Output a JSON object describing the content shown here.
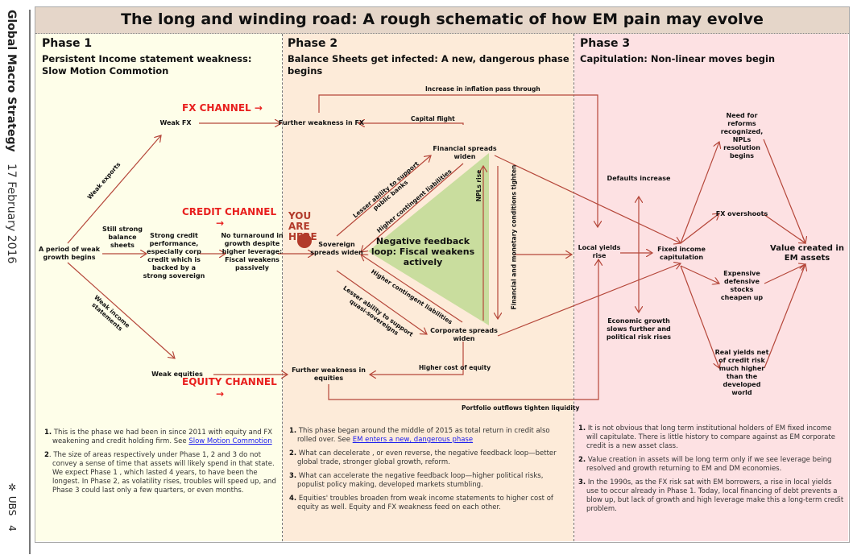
{
  "sidebar": {
    "series": "Global Macro Strategy",
    "date": "17 February 2016",
    "brand": "UBS",
    "brand_icon": "ubs-keys-icon",
    "page_number": "4"
  },
  "title": "The long and winding road: A rough schematic of how EM pain may evolve",
  "phases": [
    {
      "name": "Phase 1",
      "subtitle": "Persistent Income statement weakness: Slow Motion Commotion",
      "bg": "#fefee9"
    },
    {
      "name": "Phase 2",
      "subtitle": "Balance Sheets get infected: A new, dangerous phase begins",
      "bg": "#fdebd9"
    },
    {
      "name": "Phase 3",
      "subtitle": "Capitulation: Non-linear moves begin",
      "bg": "#fde1e3"
    }
  ],
  "colors": {
    "arrow": "#b5473a",
    "channel": "#e8201e",
    "you_are_here": "#b23a2a",
    "loop_fill": "#c9dd9e",
    "link": "#1a1aee"
  },
  "channels": {
    "fx": "FX CHANNEL →",
    "credit": "CREDIT CHANNEL",
    "credit_arrow": "→",
    "equity": "EQUITY CHANNEL",
    "equity_arrow": "→"
  },
  "you_are_here": "YOU ARE HERE",
  "nodes": {
    "weak_growth": "A period of weak\ngrowth begins",
    "weak_fx": "Weak FX",
    "strong_credit": "Strong credit\nperformance,\nespecially corp\ncredit which is\nbacked by a\nstrong sovereign",
    "no_turnaround": "No turnaround in\ngrowth despite\nhigher leverage:\nFiscal weakens\npassively",
    "weak_equities": "Weak equities",
    "further_fx": "Further weakness in FX",
    "financial_spreads": "Financial spreads\nwiden",
    "sovereign_spreads": "Sovereign\nspreads widen",
    "corporate_spreads": "Corporate spreads\nwiden",
    "further_equities": "Further weakness in\nequities",
    "loop": "Negative feedback loop: Fiscal weakens actively",
    "local_yields": "Local yields\nrise",
    "defaults": "Defaults increase",
    "econ_growth": "Economic growth\nslows further and\npolitical risk rises",
    "fixed_income": "Fixed income\ncapitulation",
    "need_reforms": "Need for\nreforms\nrecognized,\nNPLs\nresolution\nbegins",
    "fx_overshoots": "FX overshoots",
    "expensive_stocks": "Expensive\ndefensive\nstocks\ncheapen up",
    "real_yields": "Real yields net\nof credit risk\nmuch higher\nthan the\ndeveloped\nworld",
    "value_created": "Value created in\nEM assets"
  },
  "edge_labels": {
    "weak_exports": "Weak exports",
    "strong_balance": "Still strong\nbalance\nsheets",
    "weak_income": "Weak income\nstatements",
    "inflation": "Increase in inflation pass through",
    "capital_flight": "Capital flight",
    "lesser_banks": "Lesser ability to support\npublic banks",
    "higher_contingent_1": "Higher contingent liabilities",
    "higher_contingent_2": "Higher contingent liabilities",
    "lesser_quasi": "Lesser ability to support\nquasi-sovereigns",
    "npls": "NPLs rise",
    "fin_monetary": "Financial and monetary conditions tighten",
    "cost_equity": "Higher cost of equity",
    "portfolio": "Portfolio outflows tighten liquidity"
  },
  "notes": {
    "phase1": [
      {
        "num": "1.",
        "text": "This is the phase we had been in since 2011 with equity and FX weakening and credit holding firm. See ",
        "link": "Slow Motion Commotion"
      },
      {
        "num": "2",
        "text": ". The  size of areas respectively under Phase 1, 2 and 3 do not convey a sense of time that assets will likely spend in that state. We expect Phase 1 , which  lasted 4 years, to  have been the longest. In Phase 2, as volatility rises, troubles will speed up, and Phase 3 could last only a few quarters, or even months.",
        "link": ""
      }
    ],
    "phase2": [
      {
        "num": "1.",
        "text": "This phase began around the middle of 2015 as total return in credit also rolled over. See ",
        "link": "EM enters a new, dangerous phase"
      },
      {
        "num": "2.",
        "text": "What can decelerate , or even reverse, the negative feedback loop—better global trade, stronger global growth, reform.",
        "link": ""
      },
      {
        "num": "3.",
        "text": "What can accelerate the negative feedback loop—higher political risks, populist policy making, developed markets stumbling.",
        "link": ""
      },
      {
        "num": "4.",
        "text": "Equities' troubles broaden from weak income statements to higher cost of equity as well. Equity and FX weakness feed on each other.",
        "link": ""
      }
    ],
    "phase3": [
      {
        "num": "1.",
        "text": "It is not obvious that long term institutional holders of EM fixed income will capitulate. There is little history to compare against as EM corporate credit is a new asset class.",
        "link": ""
      },
      {
        "num": "2.",
        "text": "Value creation in assets will be long term only if we see leverage being resolved and growth returning to EM and DM economies.",
        "link": ""
      },
      {
        "num": "3.",
        "text": " In the 1990s, as the FX risk sat with EM borrowers, a rise in local yields use to occur already in Phase 1. Today, local financing of debt prevents a blow up, but lack of growth and high leverage make this a long-term credit problem.",
        "link": ""
      }
    ]
  }
}
